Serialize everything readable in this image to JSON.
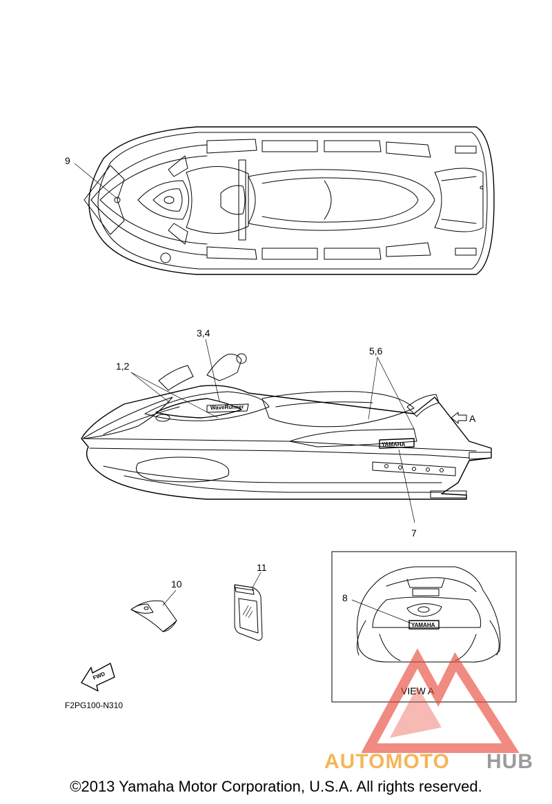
{
  "callouts": {
    "c9": "9",
    "c34": "3,4",
    "c12": "1,2",
    "c56": "5,6",
    "c7": "7",
    "c11": "11",
    "c10": "10",
    "c8": "8",
    "arrow_a": "A"
  },
  "view_a_caption": "VIEW A",
  "fwd_label": "FWD",
  "decal_brand": "YAMAHA",
  "diagram_code": "F2PG100-N310",
  "watermark": {
    "part1": "AUTOMOTO",
    "part2": "HUB",
    "color_primary": "#f4a93c",
    "color_red": "#e84a3b",
    "color_gray": "#8a8a8a"
  },
  "copyright": "©2013 Yamaha Motor Corporation, U.S.A. All rights reserved."
}
